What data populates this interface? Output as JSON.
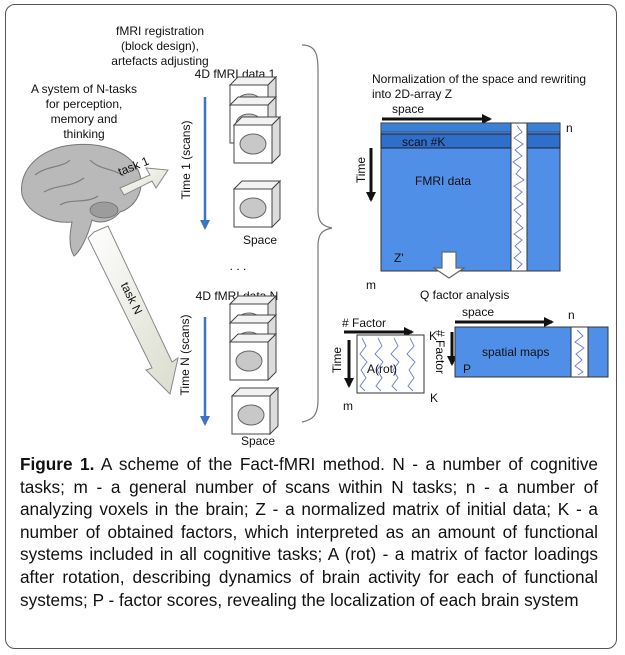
{
  "diagram": {
    "registration": [
      "fMRI registration",
      "(block design),",
      "artefacts adjusting"
    ],
    "system": [
      "A system of N-tasks",
      "for perception,",
      "memory and",
      "thinking"
    ],
    "task1": "task 1",
    "taskN": "task N",
    "data1_title": "4D fMRI data 1",
    "time1": "Time 1 (scans)",
    "space1": "Space",
    "dots": ". . .",
    "dataN_title": "4D fMRI data N",
    "timeN": "Time N (scans)",
    "spaceN": "Space",
    "normalization": [
      "Normalization of the space and rewriting",
      "into 2D-array Z"
    ],
    "z_space": "space",
    "z_n": "n",
    "z_time": "Time",
    "z_scan": "scan #K",
    "z_fmri": "FMRI data",
    "z_prime": "Z'",
    "z_m": "m",
    "q_title": "Q factor analysis",
    "factor_label": "# Factor",
    "a_time": "Time",
    "a_rot": "A(rot)",
    "a_m": "m",
    "k_top": "K",
    "k_factor": "# Factor",
    "k_bottom": "K",
    "p_space": "space",
    "p_n": "n",
    "spatial_maps": "spatial maps",
    "p_label": "P"
  },
  "caption": {
    "label": "Figure 1.",
    "text": " A scheme of the Fact-fMRI method. N - a number of cognitive tasks; m - a general number of scans within N tasks; n - a number of analyzing voxels in the brain; Z - a normalized matrix of initial data; K - a number of obtained factors, which interpreted as an amount of functional systems included in all cognitive tasks; A (rot) - a matrix of factor loadings after rotation, describing dynamics of brain activity for each of functional systems; P - factor scores, revealing the localization of each brain system"
  }
}
